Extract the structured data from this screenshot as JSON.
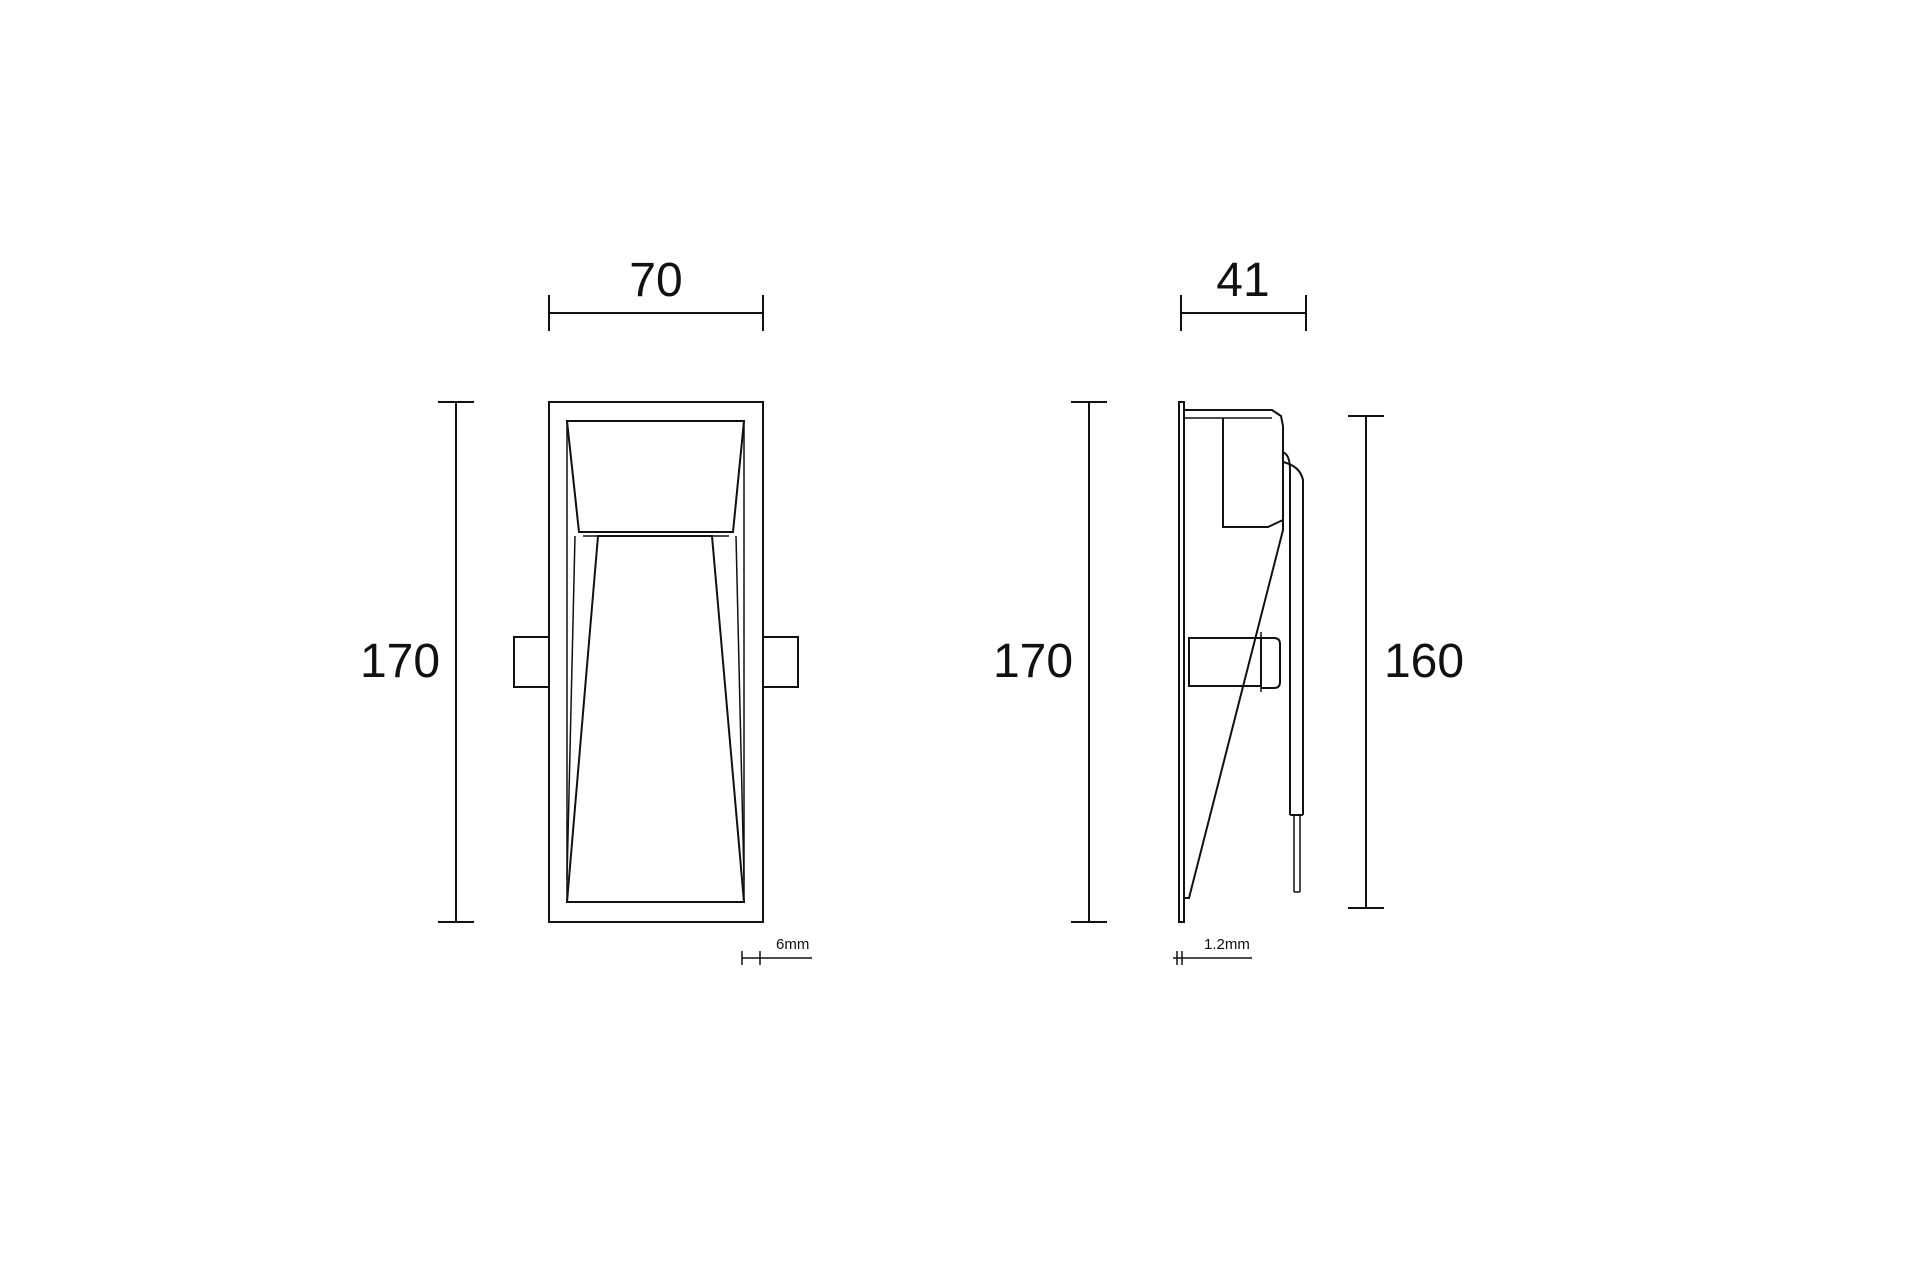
{
  "front_view": {
    "width_label": "70",
    "height_label": "170",
    "thickness_label": "6mm"
  },
  "side_view": {
    "depth_label": "41",
    "height_label": "170",
    "body_height_label": "160",
    "thickness_label": "1.2mm"
  },
  "colors": {
    "line": "#111111",
    "background": "#ffffff"
  }
}
